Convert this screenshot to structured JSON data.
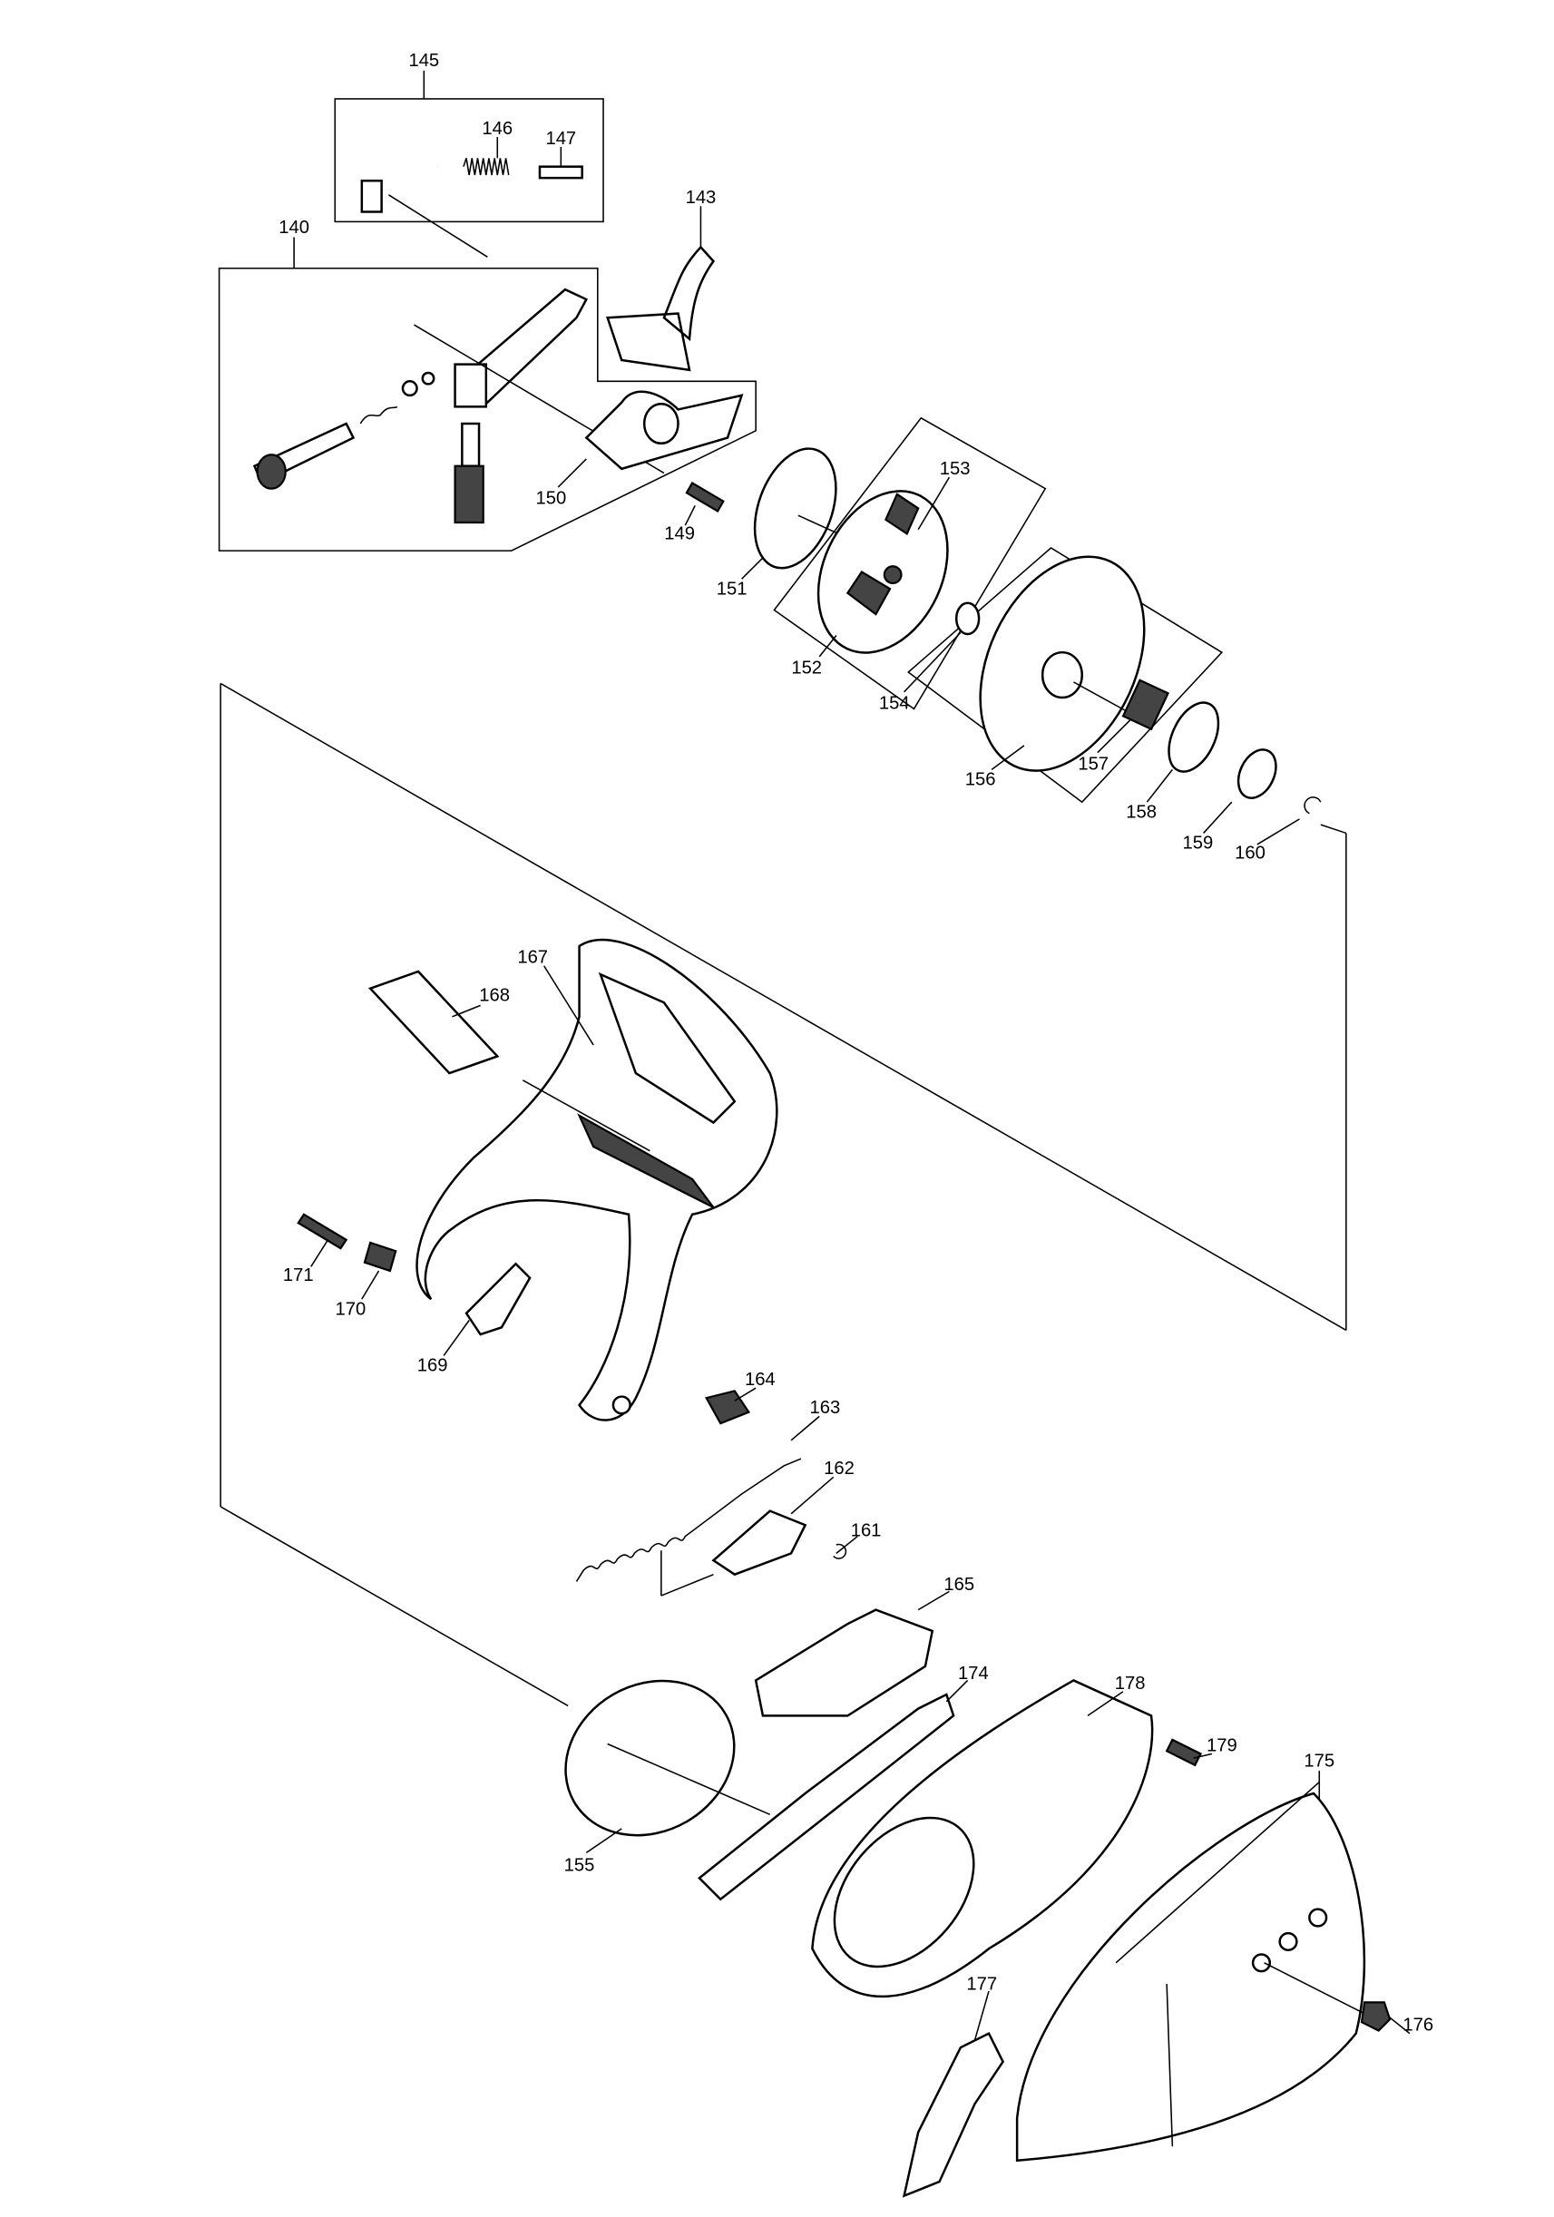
{
  "diagram": {
    "labels": [
      "145",
      "146",
      "147",
      "143",
      "140",
      "150",
      "149",
      "151",
      "153",
      "152",
      "154",
      "156",
      "157",
      "158",
      "159",
      "160",
      "167",
      "168",
      "171",
      "170",
      "169",
      "164",
      "163",
      "162",
      "161",
      "165",
      "174",
      "178",
      "179",
      "175",
      "155",
      "177",
      "176"
    ]
  }
}
